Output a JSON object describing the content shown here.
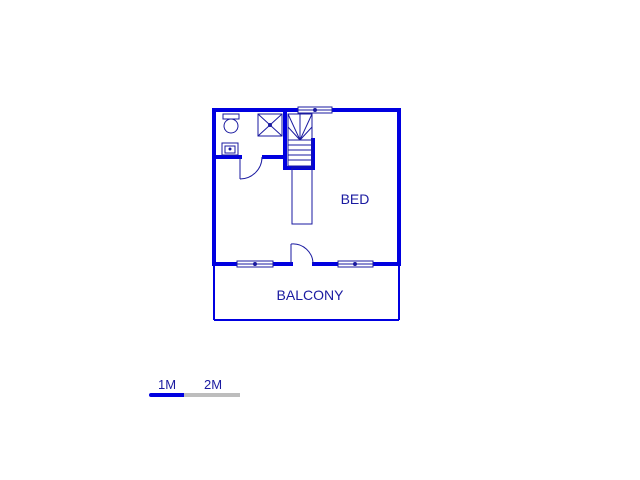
{
  "rooms": {
    "bed": "BED",
    "balcony": "BALCONY"
  },
  "scale_bar": {
    "label_1": "1M",
    "label_2": "2M"
  },
  "colors": {
    "wall": "#0000e0",
    "thin_line": "#1a1aa0",
    "scale_inactive": "#bdbdbd",
    "window_fill": "#ffffff",
    "background": "#ffffff"
  }
}
